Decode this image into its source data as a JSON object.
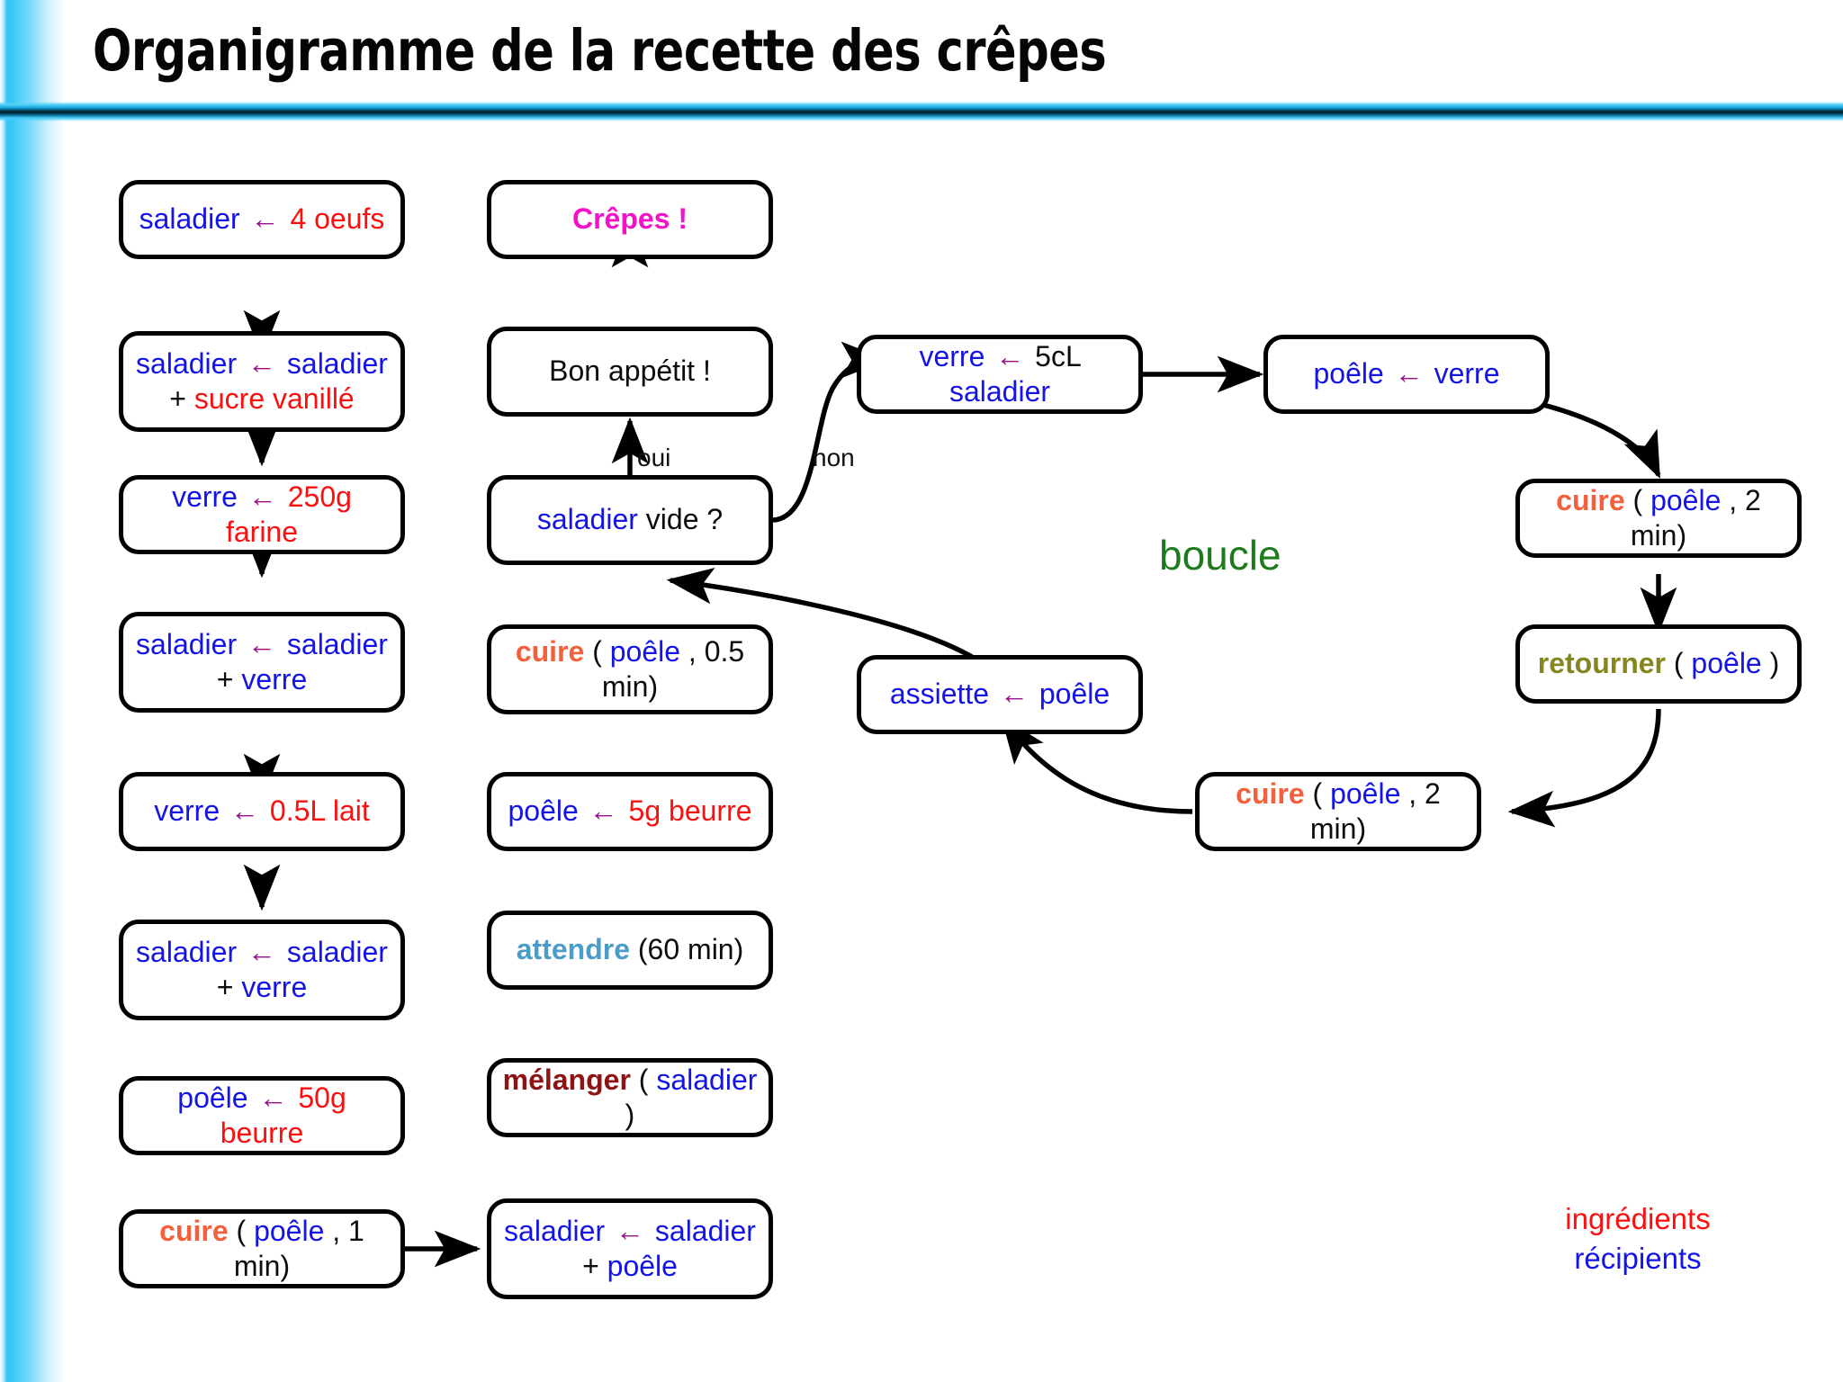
{
  "header": {
    "title": "Organigramme de la recette des crêpes"
  },
  "legend": {
    "ingredients": "ingrédients",
    "recipients": "récipients"
  },
  "annotations": {
    "loop": "boucle",
    "yes": "oui",
    "no": "non"
  },
  "colors": {
    "vessel": "#1414e6",
    "ingredient": "#fb0f0f",
    "assign_arrow": "#9c0f8c",
    "fn_cuire": "#f4603c",
    "fn_melanger": "#8c1414",
    "fn_attendre": "#4b9cc8",
    "fn_retourner": "#86861e",
    "final": "#f312c8",
    "loop": "#1d7a1d",
    "accent_strip": "#2ec3f4",
    "rule_dark": "#021c29"
  },
  "nodes": {
    "n1": {
      "parts": [
        {
          "t": "saladier",
          "c": "vessel"
        },
        {
          "t": "←",
          "c": "assign"
        },
        {
          "t": "4 oeufs",
          "c": "ingr"
        }
      ]
    },
    "n2": {
      "parts": [
        {
          "t": "saladier",
          "c": "vessel"
        },
        {
          "t": "←",
          "c": "assign"
        },
        {
          "t": "saladier",
          "c": "vessel"
        },
        {
          "t": "+",
          "c": "plain"
        },
        {
          "t": "sucre vanillé",
          "c": "ingr"
        }
      ]
    },
    "n3": {
      "parts": [
        {
          "t": "verre",
          "c": "vessel"
        },
        {
          "t": "←",
          "c": "assign"
        },
        {
          "t": "250g farine",
          "c": "ingr"
        }
      ]
    },
    "n4": {
      "parts": [
        {
          "t": "saladier",
          "c": "vessel"
        },
        {
          "t": "←",
          "c": "assign"
        },
        {
          "t": "saladier",
          "c": "vessel"
        },
        {
          "t": "+",
          "c": "plain"
        },
        {
          "t": "verre",
          "c": "vessel"
        }
      ]
    },
    "n5": {
      "parts": [
        {
          "t": "verre",
          "c": "vessel"
        },
        {
          "t": "←",
          "c": "assign"
        },
        {
          "t": "0.5L lait",
          "c": "ingr"
        }
      ]
    },
    "n6": {
      "parts": [
        {
          "t": "saladier",
          "c": "vessel"
        },
        {
          "t": "←",
          "c": "assign"
        },
        {
          "t": "saladier",
          "c": "vessel"
        },
        {
          "t": "+",
          "c": "plain"
        },
        {
          "t": "verre",
          "c": "vessel"
        }
      ]
    },
    "n7": {
      "parts": [
        {
          "t": "poêle",
          "c": "vessel"
        },
        {
          "t": "←",
          "c": "assign"
        },
        {
          "t": "50g beurre",
          "c": "ingr"
        }
      ]
    },
    "n8": {
      "parts": [
        {
          "t": "cuire",
          "c": "fn-cuire"
        },
        {
          "t": "(",
          "c": "plain"
        },
        {
          "t": "poêle",
          "c": "vessel"
        },
        {
          "t": ", 1 min)",
          "c": "plain"
        }
      ]
    },
    "n9": {
      "parts": [
        {
          "t": "saladier",
          "c": "vessel"
        },
        {
          "t": "←",
          "c": "assign"
        },
        {
          "t": "saladier",
          "c": "vessel"
        },
        {
          "t": "+",
          "c": "plain"
        },
        {
          "t": "poêle",
          "c": "vessel"
        }
      ]
    },
    "n10": {
      "parts": [
        {
          "t": "mélanger",
          "c": "fn-melanger"
        },
        {
          "t": "(",
          "c": "plain"
        },
        {
          "t": "saladier",
          "c": "vessel"
        },
        {
          "t": ")",
          "c": "plain"
        }
      ]
    },
    "n11": {
      "parts": [
        {
          "t": "attendre",
          "c": "fn-attendre"
        },
        {
          "t": "(60 min)",
          "c": "plain"
        }
      ]
    },
    "n12": {
      "parts": [
        {
          "t": "poêle",
          "c": "vessel"
        },
        {
          "t": "←",
          "c": "assign"
        },
        {
          "t": "5g beurre",
          "c": "ingr"
        }
      ]
    },
    "n13": {
      "parts": [
        {
          "t": "cuire",
          "c": "fn-cuire"
        },
        {
          "t": "(",
          "c": "plain"
        },
        {
          "t": "poêle",
          "c": "vessel"
        },
        {
          "t": ", 0.5 min)",
          "c": "plain"
        }
      ]
    },
    "n14": {
      "parts": [
        {
          "t": "saladier",
          "c": "vessel"
        },
        {
          "t": "vide ?",
          "c": "plain"
        }
      ]
    },
    "n15": {
      "parts": [
        {
          "t": "Bon appétit !",
          "c": "plain"
        }
      ]
    },
    "n16": {
      "parts": [
        {
          "t": "Crêpes !",
          "c": "final"
        }
      ]
    },
    "n17": {
      "parts": [
        {
          "t": "verre",
          "c": "vessel"
        },
        {
          "t": "←",
          "c": "assign"
        },
        {
          "t": "5cL",
          "c": "plain"
        },
        {
          "t": "saladier",
          "c": "vessel"
        }
      ]
    },
    "n18": {
      "parts": [
        {
          "t": "poêle",
          "c": "vessel"
        },
        {
          "t": "←",
          "c": "assign"
        },
        {
          "t": "verre",
          "c": "vessel"
        }
      ]
    },
    "n19": {
      "parts": [
        {
          "t": "cuire",
          "c": "fn-cuire"
        },
        {
          "t": "(",
          "c": "plain"
        },
        {
          "t": "poêle",
          "c": "vessel"
        },
        {
          "t": ", 2 min)",
          "c": "plain"
        }
      ]
    },
    "n20": {
      "parts": [
        {
          "t": "retourner",
          "c": "fn-retourner"
        },
        {
          "t": "(",
          "c": "plain"
        },
        {
          "t": "poêle",
          "c": "vessel"
        },
        {
          "t": ")",
          "c": "plain"
        }
      ]
    },
    "n21": {
      "parts": [
        {
          "t": "cuire",
          "c": "fn-cuire"
        },
        {
          "t": "(",
          "c": "plain"
        },
        {
          "t": "poêle",
          "c": "vessel"
        },
        {
          "t": ", 2 min)",
          "c": "plain"
        }
      ]
    },
    "n22": {
      "parts": [
        {
          "t": "assiette",
          "c": "vessel"
        },
        {
          "t": "←",
          "c": "assign"
        },
        {
          "t": "poêle",
          "c": "vessel"
        }
      ]
    }
  }
}
